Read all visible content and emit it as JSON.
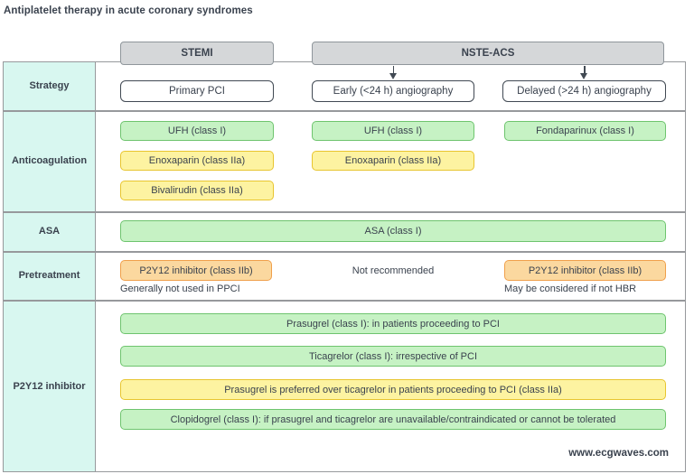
{
  "title": "Antiplatelet therapy in acute coronary syndromes",
  "footer": "www.ecgwaves.com",
  "colors": {
    "ink": "#3a424e",
    "green_fill": "#c6f2c4",
    "green_border": "#6ec46e",
    "yellow_fill": "#fdf3a1",
    "yellow_border": "#e8c52f",
    "orange_fill": "#fbd89f",
    "orange_border": "#f0a04b",
    "mint_fill": "#d8f7f0",
    "header_fill": "#d5d7d9",
    "header_border": "#8f969b",
    "grid_border": "#97999c",
    "dark_box_border": "#414953"
  },
  "headers": {
    "stemi": "STEMI",
    "nste_acs": "NSTE-ACS"
  },
  "row_labels": [
    "Strategy",
    "Anticoagulation",
    "ASA",
    "Pretreatment",
    "P2Y12 inhibitor"
  ],
  "strategy": {
    "stemi": "Primary PCI",
    "early": "Early (<24 h) angiography",
    "delayed": "Delayed (>24 h) angiography"
  },
  "anticoagulation": {
    "stemi": [
      "UFH (class I)",
      "Enoxaparin (class IIa)",
      "Bivalirudin (class IIa)"
    ],
    "early": [
      "UFH (class I)",
      "Enoxaparin (class IIa)"
    ],
    "delayed": [
      "Fondaparinux (class I)"
    ]
  },
  "asa": {
    "label": "ASA (class I)"
  },
  "pretreatment": {
    "stemi_box": "P2Y12 inhibitor (class IIb)",
    "stemi_note": "Generally not used in PPCI",
    "early_note": "Not recommended",
    "delayed_box": "P2Y12 inhibitor (class IIb)",
    "delayed_note": "May be considered if not HBR"
  },
  "p2y12": [
    "Prasugrel (class I): in patients proceeding to PCI",
    "Ticagrelor (class I): irrespective of PCI",
    "Prasugrel is preferred over ticagrelor in patients proceeding to PCI (class IIa)",
    "Clopidogrel (class I): if prasugrel and ticagrelor are unavailable/contraindicated or cannot be tolerated"
  ]
}
